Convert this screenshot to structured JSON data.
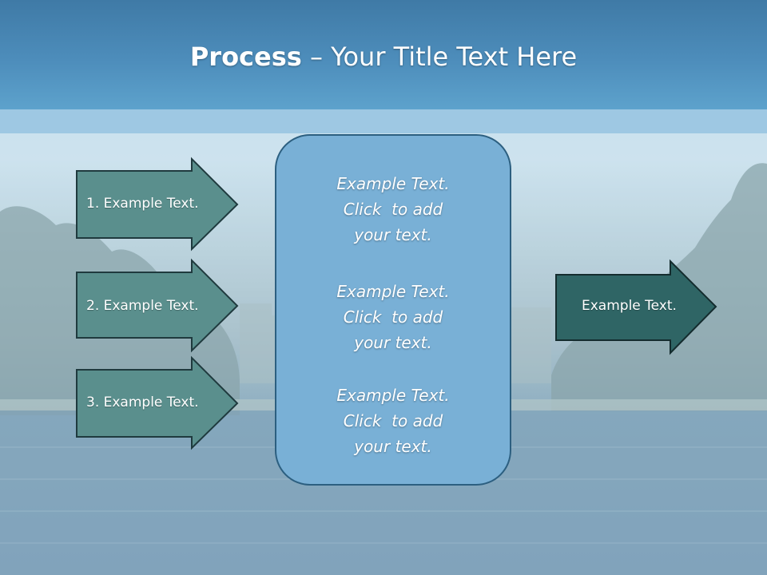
{
  "title": {
    "bold": "Process",
    "rest": " – Your Title Text Here"
  },
  "steps": [
    {
      "label": "1. Example Text."
    },
    {
      "label": "2. Example Text."
    },
    {
      "label": "3. Example Text."
    }
  ],
  "panel": {
    "blocks": [
      {
        "line1": "Example Text.",
        "line2": "Click  to add",
        "line3": "your text."
      },
      {
        "line1": "Example Text.",
        "line2": "Click  to add",
        "line3": "your text."
      },
      {
        "line1": "Example Text.",
        "line2": "Click  to add",
        "line3": "your text."
      }
    ]
  },
  "result": {
    "label": "Example Text."
  },
  "colors": {
    "step_arrow_fill": "#5a8f8d",
    "result_arrow_fill": "#2f6565",
    "panel_fill": "#79b0d6",
    "title_band": "#4d8dbb"
  }
}
